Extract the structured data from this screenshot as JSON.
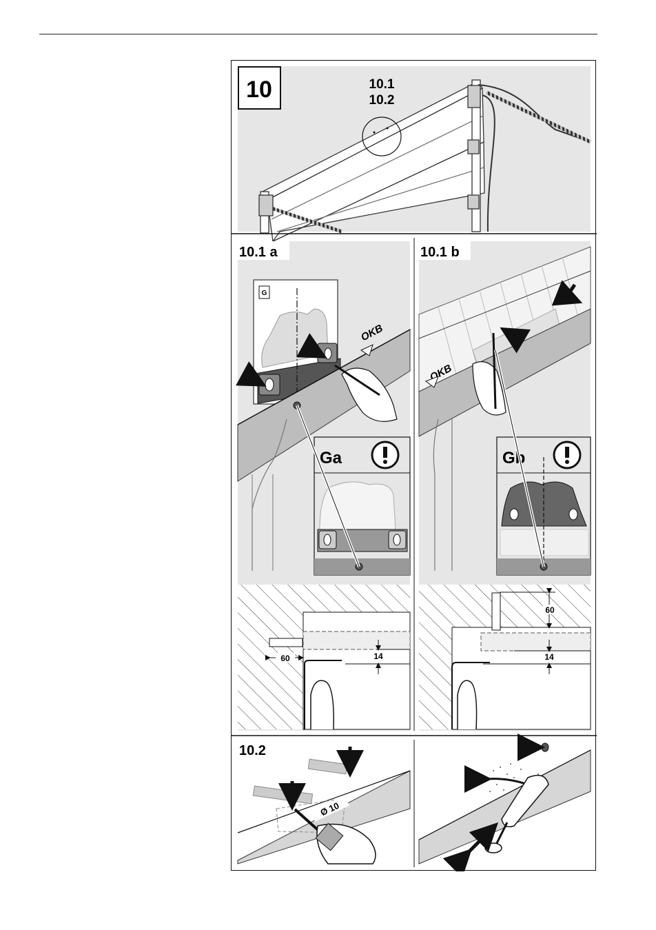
{
  "step": {
    "number": "10",
    "refs": [
      "10.1",
      "10.2"
    ]
  },
  "panels": {
    "a": {
      "label": "10.1 a",
      "ident": "G",
      "badge": "Ga",
      "floor": "OKB",
      "dim_drill": "60",
      "dim_height": "14"
    },
    "b": {
      "label": "10.1 b",
      "badge": "Gb",
      "floor": "OKB",
      "dim_drill": "60",
      "dim_height": "14"
    },
    "c": {
      "label": "10.2",
      "drill_size": "Ø 10"
    }
  },
  "icons": [
    "warning-exclamation-icon",
    "arrow-icon",
    "double-arrow-icon"
  ],
  "colors": {
    "panel_gray": "#e6e6e6",
    "dark": "#111111",
    "mid_gray": "#a8a8a8"
  }
}
